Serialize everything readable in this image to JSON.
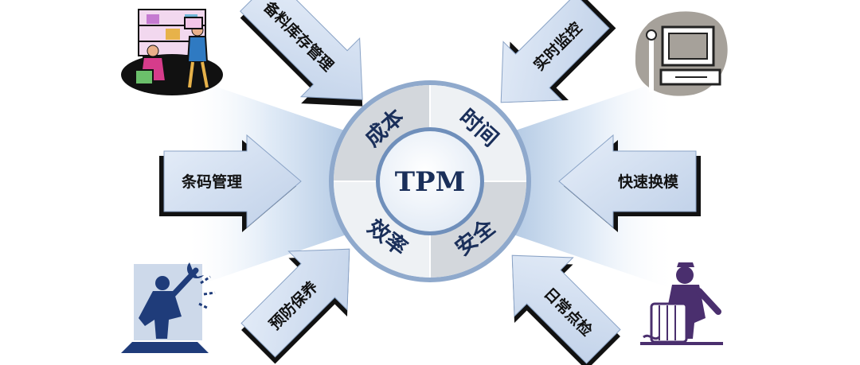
{
  "center": {
    "label": "TPM"
  },
  "segments": {
    "top_left": "成本",
    "top_right": "时间",
    "bottom_left": "效率",
    "bottom_right": "安全"
  },
  "arrows": {
    "top_left": "备料库存管理",
    "middle_left": "条码管理",
    "bottom_left": "预防保养",
    "top_right": "实时监控",
    "middle_right": "快速换模",
    "bottom_right": "日常点检"
  },
  "icons": {
    "top_left": "warehouse-workers-icon",
    "top_right": "computer-monitor-icon",
    "bottom_left": "wrench-mechanic-icon",
    "bottom_right": "maintenance-worker-icon"
  },
  "colors": {
    "arrow_fill": "#cfdcef",
    "arrow_shadow": "#111111",
    "ring": "#9fb6d4",
    "center_fill": "#ffffff",
    "text": "#1a2f5a"
  }
}
